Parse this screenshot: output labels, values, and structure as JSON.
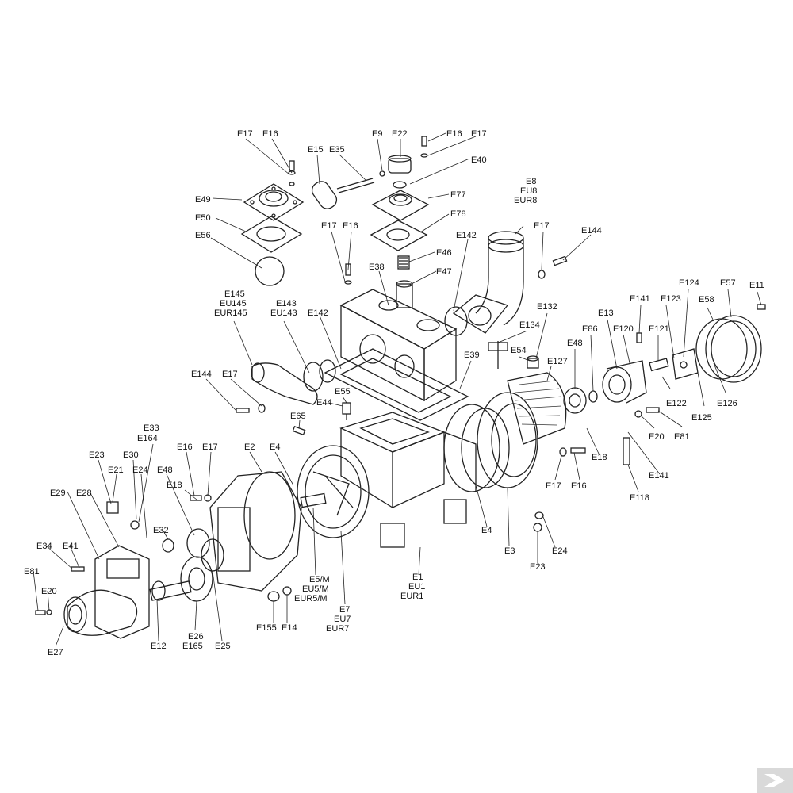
{
  "diagram": {
    "labels": {
      "e17_a": "E17",
      "e16_a": "E16",
      "e15": "E15",
      "e35": "E35",
      "e9": "E9",
      "e22": "E22",
      "e16_b": "E16",
      "e17_b": "E17",
      "e40": "E40",
      "e49": "E49",
      "e77": "E77",
      "e8": "E8",
      "eu8": "EU8",
      "eur8": "EUR8",
      "e50": "E50",
      "e78": "E78",
      "e56": "E56",
      "e17_c": "E17",
      "e16_c": "E16",
      "e46": "E46",
      "e142_a": "E142",
      "e17_d": "E17",
      "e144_a": "E144",
      "e38": "E38",
      "e47": "E47",
      "e145": "E145",
      "eu145": "EU145",
      "eur145": "EUR145",
      "e143": "E143",
      "eu143": "EU143",
      "e142_b": "E142",
      "e132": "E132",
      "e141_a": "E141",
      "e124": "E124",
      "e57": "E57",
      "e11": "E11",
      "e123": "E123",
      "e58": "E58",
      "e134": "E134",
      "e86": "E86",
      "e13": "E13",
      "e120": "E120",
      "e121": "E121",
      "e39": "E39",
      "e54": "E54",
      "e48": "E48",
      "e127": "E127",
      "e144_b": "E144",
      "e17_e": "E17",
      "e55": "E55",
      "e44": "E44",
      "e122": "E122",
      "e125": "E125",
      "e126": "E126",
      "e65": "E65",
      "e33": "E33",
      "e164": "E164",
      "e20_a": "E20",
      "e81_a": "E81",
      "e16_d": "E16",
      "e17_f": "E17",
      "e2": "E2",
      "e4_a": "E4",
      "e23_a": "E23",
      "e30": "E30",
      "e18_a": "E18",
      "e141_b": "E141",
      "e21": "E21",
      "e24_a": "E24",
      "e48_b": "E48",
      "e17_g": "E17",
      "e16_e": "E16",
      "e18_b": "E18",
      "e118": "E118",
      "e29": "E29",
      "e28": "E28",
      "e32": "E32",
      "e4_b": "E4",
      "e24_b": "E24",
      "e3": "E3",
      "e23_b": "E23",
      "e34": "E34",
      "e41": "E41",
      "e81_b": "E81",
      "e20_b": "E20",
      "e1": "E1",
      "eu1": "EU1",
      "eur1": "EUR1",
      "e5m": "E5/M",
      "eu5m": "EU5/M",
      "eur5m": "EUR5/M",
      "e155": "E155",
      "e14": "E14",
      "e7": "E7",
      "eu7": "EU7",
      "eur7": "EUR7",
      "e12": "E12",
      "e26": "E26",
      "e165": "E165",
      "e25": "E25",
      "e27": "E27"
    }
  }
}
